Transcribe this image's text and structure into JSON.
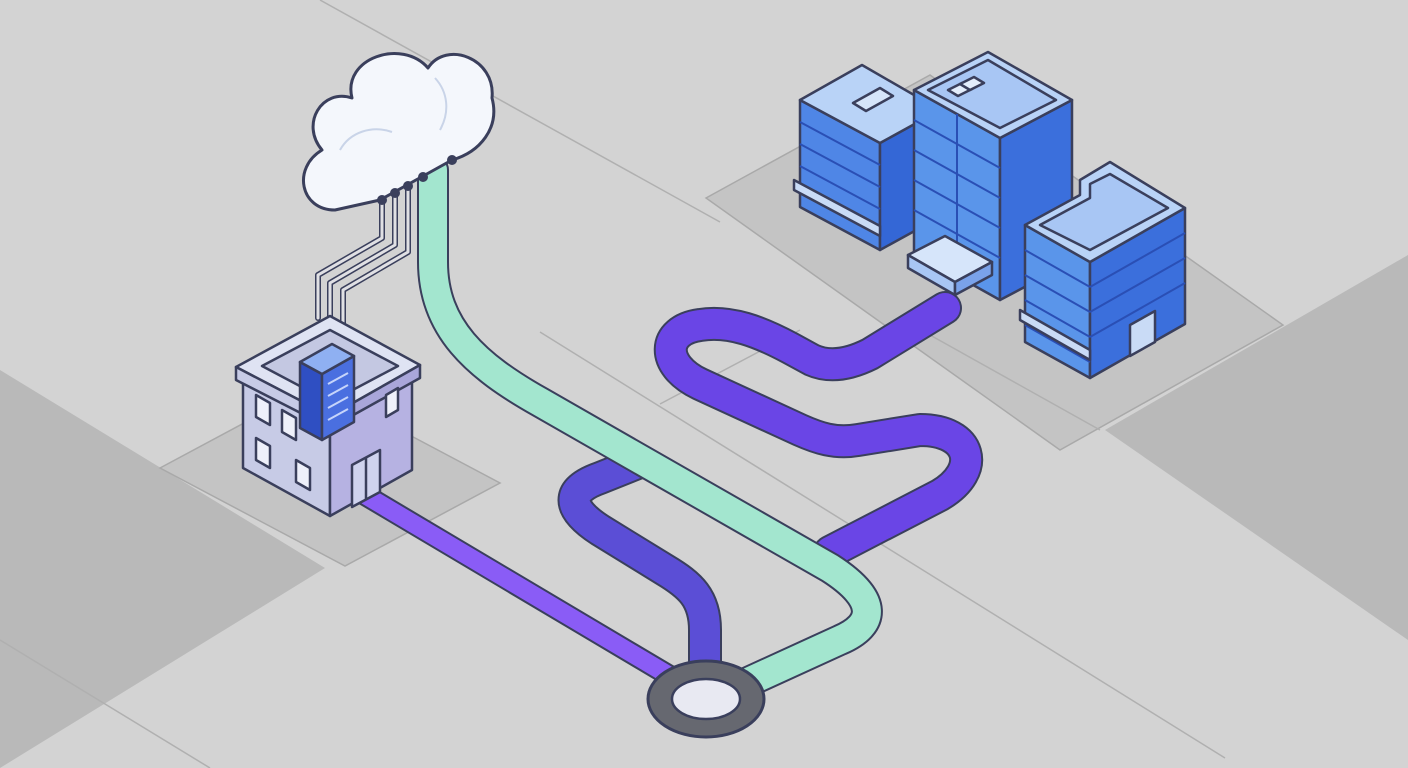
{
  "diagram": {
    "nodes": [
      {
        "id": "cloud",
        "kind": "cloud",
        "icon": "cloud-icon"
      },
      {
        "id": "local-office",
        "kind": "building-with-server-rack",
        "icon": "server-rack-icon"
      },
      {
        "id": "headquarters",
        "kind": "office-tower-cluster",
        "icon": "office-building-icon"
      },
      {
        "id": "hub",
        "kind": "junction-node",
        "icon": "hub-node-icon"
      }
    ],
    "links": [
      {
        "from": "cloud",
        "to": "local-office",
        "kind": "thin-cables",
        "count": 4
      },
      {
        "from": "cloud",
        "to": "hub",
        "kind": "mint-path"
      },
      {
        "from": "local-office",
        "to": "hub",
        "kind": "violet-path"
      },
      {
        "from": "hub",
        "to": "headquarters",
        "kind": "indigo-violet-path"
      }
    ]
  },
  "colors": {
    "background": "#d3d3d3",
    "block_dark": "#b9b9b9",
    "outline": "#3a3f5c",
    "mint": "#a3e6cf",
    "violet": "#8a5cf6",
    "indigo": "#5b4ed6",
    "purple": "#6a45e6",
    "building_blue": "#5590e8",
    "building_light": "#b9d3f7",
    "house_wall": "#d4d8ee",
    "server_blue": "#3f63d6",
    "cloud_fill": "#f4f7fc"
  }
}
